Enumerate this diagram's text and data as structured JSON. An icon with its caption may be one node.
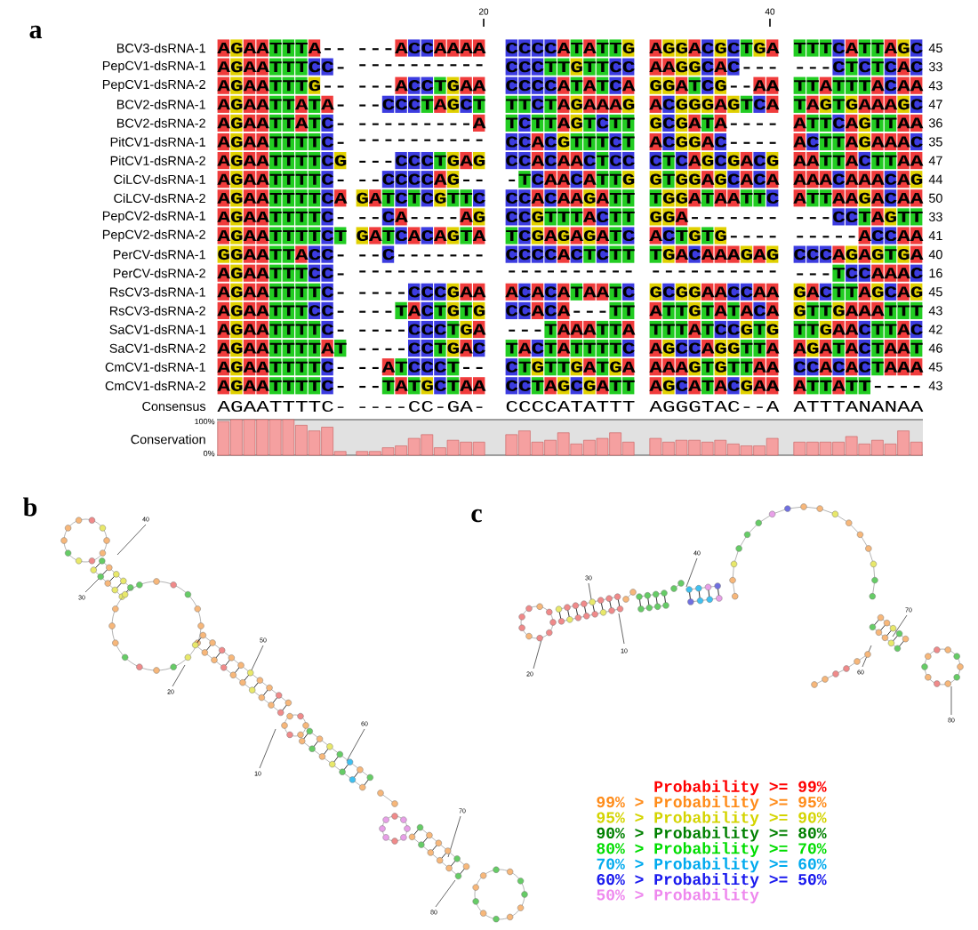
{
  "diagram": {
    "labels": [
      "a",
      "20",
      "40",
      "BCV3-dsRNA-1",
      "AGAATTTA--",
      "---ACCAAAA",
      "CCCCATATTG",
      "AGGACGCTGA",
      "TTTCATTAGC",
      "45",
      "PepCV1-dsRNA-1",
      "AGAATTTCC-",
      "----------",
      "CCCTTGTTCC",
      "AAGGCAC---",
      "---CTCTCAC",
      "33",
      "PepCV1-dsRNA-2",
      "AGAATTTG--",
      "---ACCTGAA",
      "CCCCATATCA",
      "GGATCG--AA",
      "TTATTTACAA",
      "43",
      "BCV2-dsRNA-1",
      "AGAATTATA-",
      "--CCCTAGCT",
      "TTCTAGAAAG",
      "ACGGGAGTCA",
      "TAGTGAAAGC",
      "47",
      "BCV2-dsRNA-2",
      "AGAATTATC-",
      "---------A",
      "TCTTAGTCTT",
      "GCGATA----",
      "ATTCAGTTAA",
      "36",
      "PitCV1-dsRNA-1",
      "AGAATTTTC-",
      "----------",
      "CCACGTTTCT",
      "ACGGAC----",
      "ACTTAGAAAC",
      "35",
      "PitCV1-dsRNA-2",
      "AGAATTTTCG",
      "---CCCTGAG",
      "CCACAACTCC",
      "CTCAGCGACG",
      "AATTACTTAA",
      "47",
      "CiLCV-dsRNA-1",
      "AGAATTTTC-",
      "--CCCCAG--",
      "-TCAACATTG",
      "GTGGAGCACA",
      "AAACAAACAG",
      "44",
      "CiLCV-dsRNA-2",
      "AGAATTTTCA",
      "GATCTCGTTC",
      "CCACAAGATT",
      "TGGATAATTC",
      "ATTAAGACAA",
      "50",
      "PepCV2-dsRNA-1",
      "AGAATTTTC-",
      "--CA----AG",
      "CCGTTTACTT",
      "GGA-------",
      "---CCTAGTT",
      "33",
      "PepCV2-dsRNA-2",
      "AGAATTTTCT",
      "GATCACAGTA",
      "TCGAGAGATC",
      "ACTGTG----",
      "-----ACCAA",
      "41",
      "PerCV-dsRNA-1",
      "GGAATTACC-",
      "--C-------",
      "CCCCACTCTT",
      "TGACAAAGAG",
      "CCCAGAGTGA",
      "40",
      "PerCV-dsRNA-2",
      "AGAATTTCC-",
      "----------",
      "----------",
      "----------",
      "---TCCAAAC",
      "16",
      "RsCV3-dsRNA-1",
      "AGAATTTTC-",
      "----CCCGAA",
      "ACACATAATC",
      "GCGGAACCAA",
      "GACTTAGCAG",
      "45",
      "RsCV3-dsRNA-2",
      "AGAATTTCC-",
      "---TACTGTG",
      "CCACA---TT",
      "ATTGTATACA",
      "GTTGAAATTT",
      "43",
      "SaCV1-dsRNA-1",
      "AGAATTTTC-",
      "----CCCTGA",
      "---TAAATTA",
      "TTTATCCGTG",
      "TTGAACTTAC",
      "42",
      "SaCV1-dsRNA-2",
      "AGAATTTTAT",
      "----CCTGAC",
      "TACTATTTTC",
      "AGCCAGGTTA",
      "AGATACTAAT",
      "46",
      "CmCV1-dsRNA-1",
      "AGAATTTTC-",
      "--ATCCCT--",
      "CTGTTGATGA",
      "AAAGTGTTAA",
      "CCACACTAAA",
      "45",
      "CmCV1-dsRNA-2",
      "AGAATTTTC-",
      "--TATGCTAA",
      "CCTAGCGATT",
      "AGCATACGAA",
      "ATTATT----",
      "43",
      "Consensus",
      "AGAATTTTC-",
      "----CC-GA-",
      "CCCCATATTT",
      "AGGGTAC--A",
      "ATTTANANAA",
      "Conservation",
      "100%",
      "0%",
      "b",
      "40",
      "30",
      "20",
      "50",
      "10",
      "60",
      "70",
      "80",
      "c",
      "30",
      "40",
      "10",
      "20",
      "70",
      "60",
      "80"
    ],
    "legend": [
      {
        "text": "Probability >= 99%",
        "color": "#ff0000"
      },
      {
        "text": "99% > Probability >= 95%",
        "color": "#ff8c1a"
      },
      {
        "text": "95% > Probability >= 90%",
        "color": "#d4d400"
      },
      {
        "text": "90% > Probability >= 80%",
        "color": "#008000"
      },
      {
        "text": "80% > Probability >= 70%",
        "color": "#00dd00"
      },
      {
        "text": "70% > Probability >= 60%",
        "color": "#00aaee"
      },
      {
        "text": "60% > Probability >= 50%",
        "color": "#1a1aee"
      },
      {
        "text": "50% > Probability",
        "color": "#ee88ee"
      }
    ]
  }
}
